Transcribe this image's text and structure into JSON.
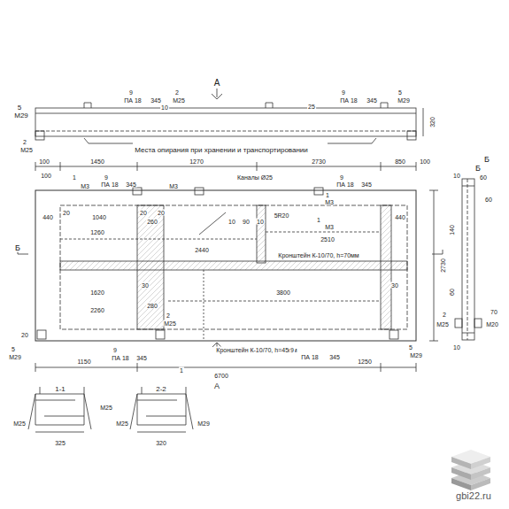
{
  "diagram": {
    "labels": [
      "А",
      "5",
      "М29",
      "9",
      "ПА 18",
      "345",
      "2",
      "М25",
      "10",
      "25",
      "9",
      "ПА 18",
      "345",
      "5",
      "М29",
      "2",
      "М25",
      "Места опирания при хранении и транспортировании",
      "320",
      "100",
      "1450",
      "1270",
      "2730",
      "850",
      "100",
      "Б",
      "100",
      "1",
      "М3",
      "9",
      "ПА 18",
      "345",
      "М3",
      "Каналы Ø25",
      "9",
      "ПА 18",
      "345",
      "М3",
      "1",
      "440",
      "20",
      "1040",
      "20",
      "260",
      "20",
      "5R20",
      "440",
      "1",
      "М3",
      "2510",
      "1260",
      "2440",
      "10",
      "90",
      "10",
      "Кронштейн К-10/70, h=70мм",
      "Б",
      "1620",
      "2260",
      "30",
      "280",
      "3800",
      "30",
      "2730",
      "20",
      "2",
      "М25",
      "Кронштейн К-10/70, h=45мм",
      "1150",
      "9",
      "ПА 18",
      "345",
      "6700",
      "9",
      "ПА 18",
      "345",
      "1250",
      "5",
      "М29",
      "5",
      "М29",
      "А",
      "1",
      "1-1",
      "2-2",
      "М25",
      "М25",
      "325",
      "320",
      "М29",
      "М25",
      "Б",
      "10",
      "60",
      "60",
      "140",
      "60",
      "2",
      "М25",
      "М20",
      "70",
      "10",
      "gbi22.ru"
    ]
  }
}
